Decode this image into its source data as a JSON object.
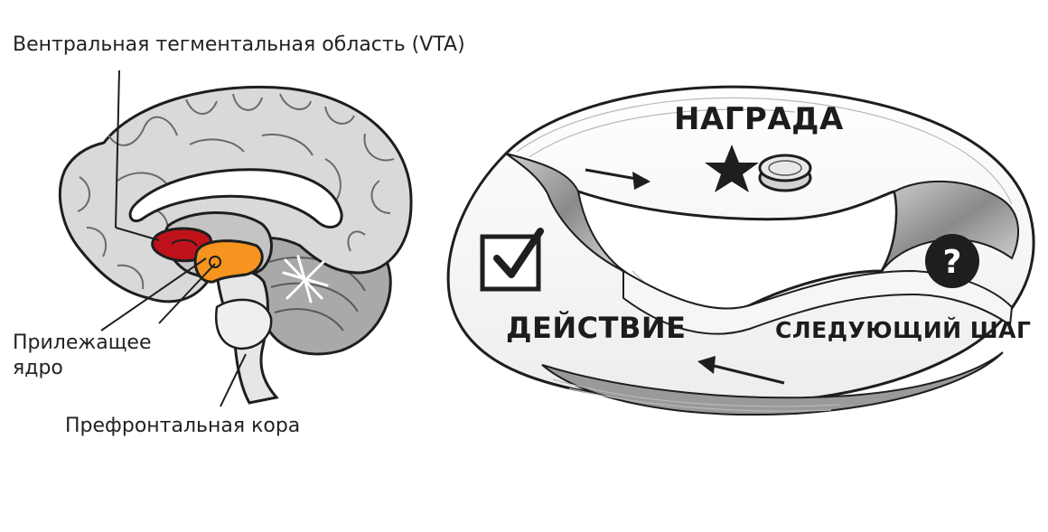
{
  "brain": {
    "labels": {
      "vta": "Вентральная тегментальная область (VTA)",
      "nac_line1": "Прилежащее",
      "nac_line2": "ядро",
      "pfc": "Префронтальная кора"
    },
    "colors": {
      "vta": "#c0121a",
      "nucleus_accumbens": "#f5941e",
      "cortex": "#d9d9d9",
      "cerebellum": "#a9a9a9"
    }
  },
  "loop": {
    "stages": {
      "reward": "НАГРАДА",
      "action": "ДЕЙСТВИЕ",
      "next_step": "СЛЕДУЮЩИЙ ШАГ"
    },
    "icons": {
      "reward": [
        "star-icon",
        "coin-icon"
      ],
      "action": "checkbox-checked-icon",
      "next_step": "question-mark-icon"
    }
  }
}
